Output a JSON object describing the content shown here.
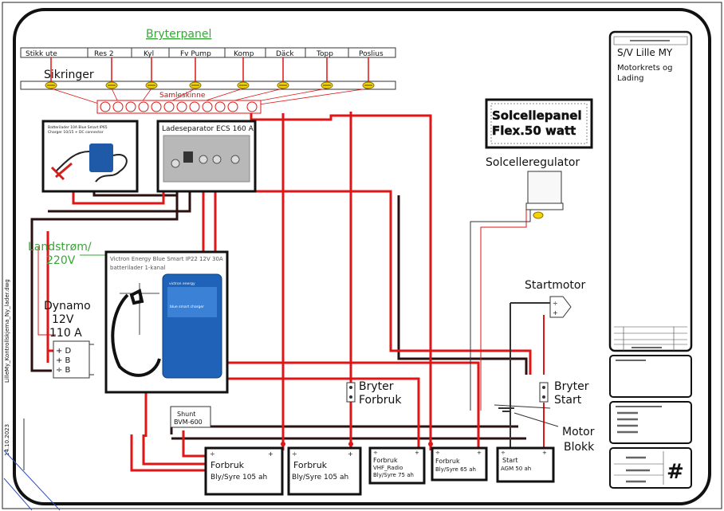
{
  "panel": {
    "title": "Bryterpanel",
    "switches": [
      "Stikk ute",
      "Res 2",
      "Kyl",
      "Fv Pump",
      "Komp",
      "Däck",
      "Topp",
      "Poslius"
    ]
  },
  "fuses": {
    "label": "Sikringer",
    "busbar": "Samleskinne"
  },
  "charger_small": {
    "line1": "Batterilader 10A Blue Smart IP65",
    "line2": "Charger 10/15 + DC connector"
  },
  "separator": {
    "label": "Ladeseparator ECS 160 A"
  },
  "solar": {
    "line1": "Solcellepanel",
    "line2": "Flex.50 watt",
    "regulator": "Solcelleregulator"
  },
  "shore": {
    "line1": "Landstrøm/",
    "line2": "220V"
  },
  "charger_big": {
    "line1": "Victron Energy Blue Smart IP22 12V 30A",
    "line2": "batterilader 1-kanal",
    "brand": "victron energy",
    "model": "blue smart charger"
  },
  "dynamo": {
    "line1": "Dynamo",
    "line2": "12V",
    "line3": "110 A",
    "t1": "+ D",
    "t2": "+ B",
    "t3": "÷ B"
  },
  "starter": {
    "label": "Startmotor"
  },
  "switch_start": {
    "line1": "Bryter",
    "line2": "Start"
  },
  "switch_consumer": {
    "line1": "Bryter",
    "line2": "Forbruk"
  },
  "engine": {
    "line1": "Motor",
    "line2": "Blokk"
  },
  "shunt": {
    "line1": "Shunt",
    "line2": "BVM-600"
  },
  "batteries": [
    {
      "name": "Forbruk",
      "spec": "Bly/Syre 105 ah"
    },
    {
      "name": "Forbruk",
      "spec": "Bly/Syre 105 ah"
    },
    {
      "name": "Forbruk",
      "sub": "VHF_Radio",
      "spec": "Bly/Syre 75 ah"
    },
    {
      "name": "Forbruk",
      "spec": "Bly/Syre 65 ah"
    },
    {
      "name": "Start",
      "spec": "AGM 50 ah"
    }
  ],
  "titleblock": {
    "vessel": "S/V Lille MY",
    "desc1": "Motorkrets og",
    "desc2": "Lading",
    "sheet": "#"
  },
  "side": {
    "file": "LilleMy_Kontrollskjema_Ny_lader.dwg",
    "date": "14.10.2023"
  },
  "colors": {
    "live": "#e01515",
    "ground": "#3a1a1a",
    "label_green": "#3aa63a"
  }
}
